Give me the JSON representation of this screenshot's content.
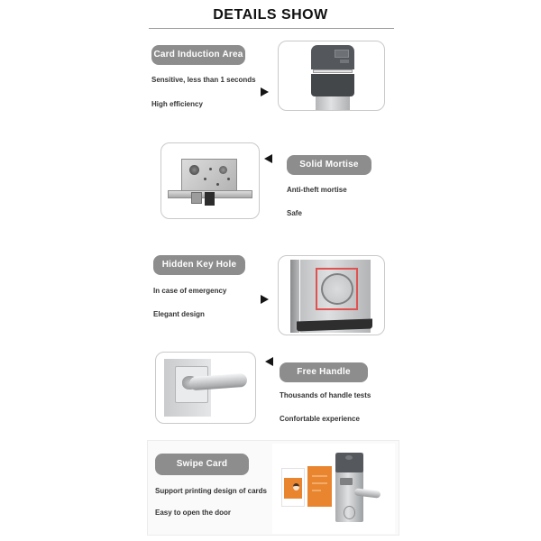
{
  "page": {
    "title": "DETAILS SHOW"
  },
  "sections": [
    {
      "label": "Card Induction Area",
      "features": [
        "Sensitive, less than 1 seconds",
        "High efficiency"
      ],
      "image": "card-reader-top",
      "image_side": "right"
    },
    {
      "label": "Solid Mortise",
      "features": [
        "Anti-theft mortise",
        "Safe"
      ],
      "image": "mortise-lock-body",
      "image_side": "left"
    },
    {
      "label": "Hidden Key Hole",
      "features": [
        "In case of emergency",
        "Elegant design"
      ],
      "image": "lock-bottom-keyhole-highlighted",
      "image_side": "right"
    },
    {
      "label": "Free Handle",
      "features": [
        "Thousands of handle tests",
        "Confortable experience"
      ],
      "image": "lever-handle",
      "image_side": "left"
    },
    {
      "label": "Swipe Card",
      "features": [
        "Support printing design of cards",
        "Easy to open the door"
      ],
      "image": "rfid-cards-and-lock",
      "image_side": "right"
    }
  ],
  "colors": {
    "badge_gray": "#8d8d8d",
    "feature_text": "#333333",
    "card_orange": "#e8852e",
    "highlight_red": "#e05252",
    "divider_gray": "#9a9a9a"
  }
}
